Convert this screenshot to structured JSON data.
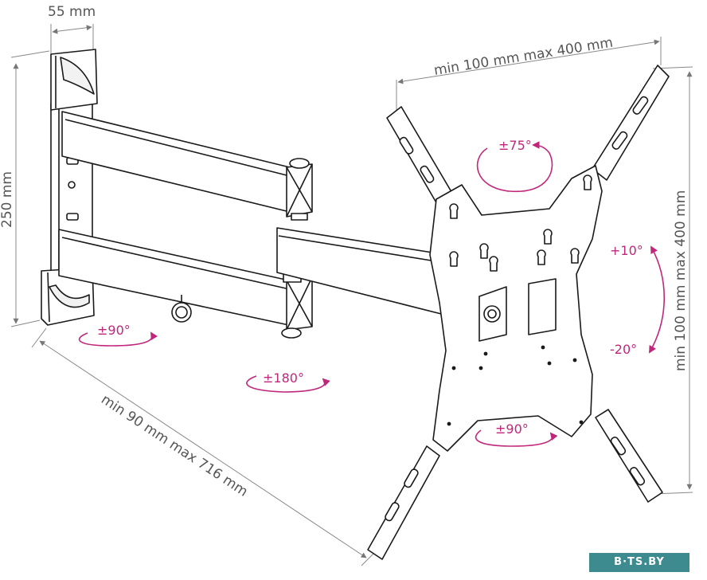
{
  "dimensions": {
    "bracket_depth": "55 mm",
    "bracket_height": "250 mm",
    "vesa_horizontal": "min 100 mm max 400 mm",
    "vesa_vertical": "min 100 mm max 400 mm",
    "arm_extension": "min 90 mm max 716 mm"
  },
  "rotations": {
    "wall_swivel": "±90°",
    "arm_swivel": "±180°",
    "plate_rotation": "±75°",
    "tilt_up": "+10°",
    "tilt_down": "-20°",
    "plate_swivel": "±90°"
  },
  "watermark": "B·TS.BY",
  "colors": {
    "accent": "#c0277a",
    "line": "#1a1a1a",
    "dimension": "#777777",
    "badge": "#3d8a8f"
  }
}
